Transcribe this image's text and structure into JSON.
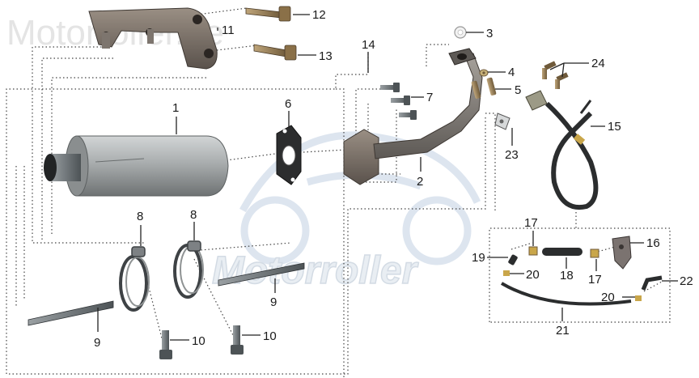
{
  "watermark": {
    "top_text": "Motorroller.de",
    "center_text": "Motorroller"
  },
  "labels": {
    "p1": "1",
    "p2": "2",
    "p3": "3",
    "p4": "4",
    "p5": "5",
    "p6": "6",
    "p7": "7",
    "p8a": "8",
    "p8b": "8",
    "p9a": "9",
    "p9b": "9",
    "p10a": "10",
    "p10b": "10",
    "p11": "11",
    "p12": "12",
    "p13": "13",
    "p14": "14",
    "p15": "15",
    "p16": "16",
    "p17a": "17",
    "p17b": "17",
    "p18": "18",
    "p19": "19",
    "p20a": "20",
    "p20b": "20",
    "p21": "21",
    "p22": "22",
    "p23": "23",
    "p24": "24"
  },
  "colors": {
    "metal_light": "#b9bcbd",
    "metal_mid": "#8f9394",
    "metal_dark": "#4a4d4f",
    "brass": "#c9a64a",
    "hose": "#2b2d2e",
    "watermark_blue": "#c8d6e6"
  }
}
